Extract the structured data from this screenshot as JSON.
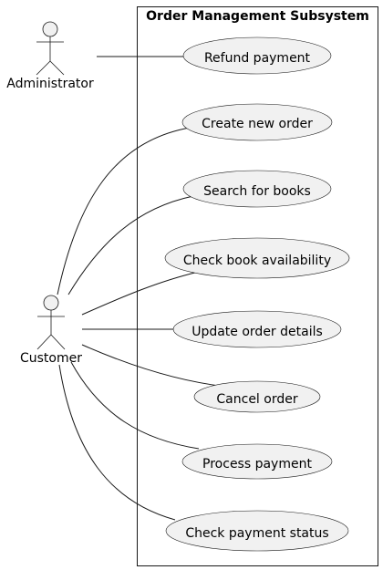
{
  "system": {
    "title": "Order Management Subsystem"
  },
  "actors": {
    "administrator": "Administrator",
    "customer": "Customer"
  },
  "use_cases": [
    "Refund payment",
    "Create new order",
    "Search for books",
    "Check book availability",
    "Update order details",
    "Cancel order",
    "Process payment",
    "Check payment status"
  ]
}
